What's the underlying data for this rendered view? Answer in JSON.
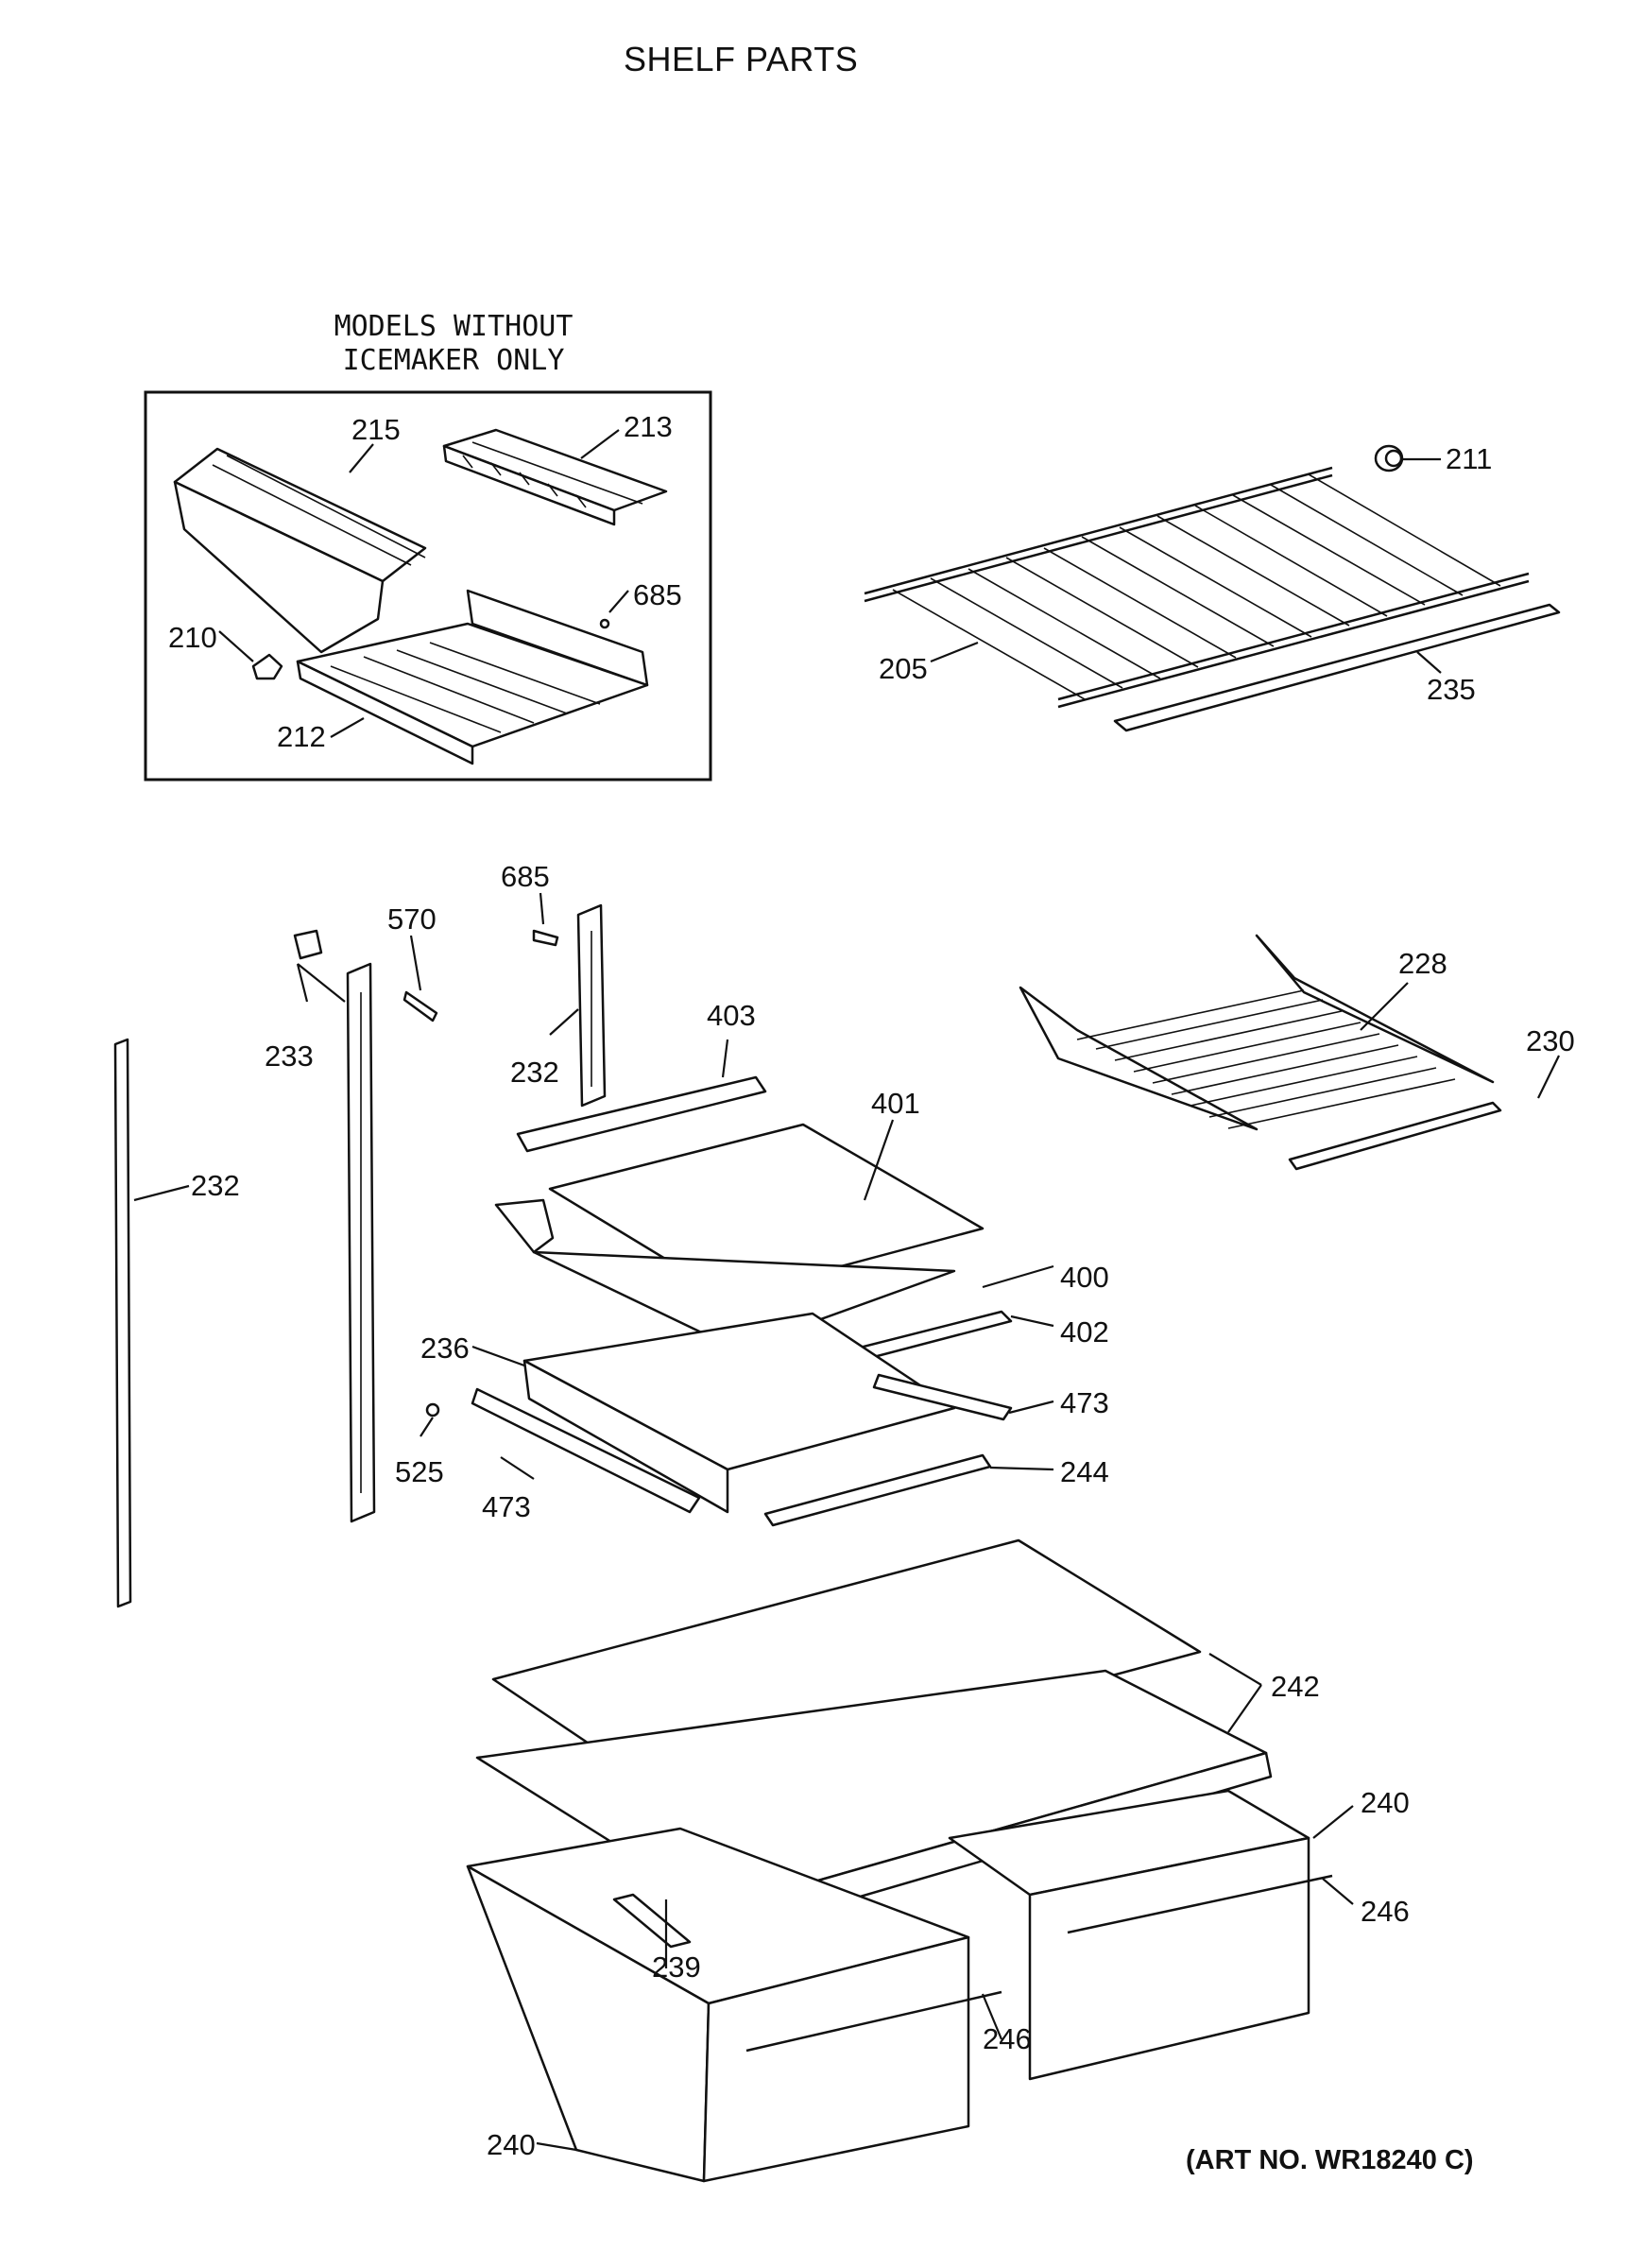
{
  "title": "SHELF PARTS",
  "inset": {
    "caption_line1": "MODELS WITHOUT",
    "caption_line2": "ICEMAKER ONLY"
  },
  "art_number": "(ART NO. WR18240 C)",
  "callouts": {
    "c215": "215",
    "c213": "213",
    "c685a": "685",
    "c210": "210",
    "c212": "212",
    "c211": "211",
    "c205": "205",
    "c235": "235",
    "c685b": "685",
    "c570": "570",
    "c233": "233",
    "c232a": "232",
    "c232b": "232",
    "c403": "403",
    "c401": "401",
    "c228": "228",
    "c230": "230",
    "c400": "400",
    "c402": "402",
    "c236": "236",
    "c473a": "473",
    "c473b": "473",
    "c525": "525",
    "c244": "244",
    "c242": "242",
    "c240a": "240",
    "c246a": "246",
    "c239": "239",
    "c246b": "246",
    "c240b": "240"
  }
}
